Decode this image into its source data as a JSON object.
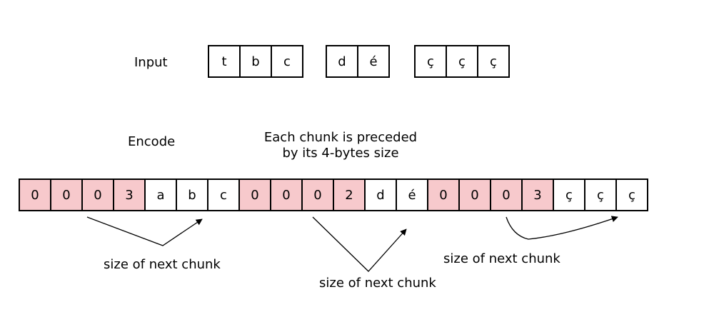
{
  "input": {
    "label": "Input",
    "groups": [
      [
        "t",
        "b",
        "c"
      ],
      [
        "d",
        "é"
      ],
      [
        "ç",
        "ç",
        "ç"
      ]
    ]
  },
  "encode": {
    "label": "Encode",
    "note_line1": "Each chunk is preceded",
    "note_line2": "by its 4-bytes size",
    "cells": [
      {
        "v": "0",
        "kind": "size"
      },
      {
        "v": "0",
        "kind": "size"
      },
      {
        "v": "0",
        "kind": "size"
      },
      {
        "v": "3",
        "kind": "size"
      },
      {
        "v": "a",
        "kind": "data"
      },
      {
        "v": "b",
        "kind": "data"
      },
      {
        "v": "c",
        "kind": "data"
      },
      {
        "v": "0",
        "kind": "size"
      },
      {
        "v": "0",
        "kind": "size"
      },
      {
        "v": "0",
        "kind": "size"
      },
      {
        "v": "2",
        "kind": "size"
      },
      {
        "v": "d",
        "kind": "data"
      },
      {
        "v": "é",
        "kind": "data"
      },
      {
        "v": "0",
        "kind": "size"
      },
      {
        "v": "0",
        "kind": "size"
      },
      {
        "v": "0",
        "kind": "size"
      },
      {
        "v": "3",
        "kind": "size"
      },
      {
        "v": "ç",
        "kind": "data"
      },
      {
        "v": "ç",
        "kind": "data"
      },
      {
        "v": "ç",
        "kind": "data"
      }
    ]
  },
  "annotations": [
    "size of next chunk",
    "size of next chunk",
    "size of next chunk"
  ],
  "colors": {
    "size_fill": "#f7c9cc",
    "data_fill": "#ffffff"
  }
}
